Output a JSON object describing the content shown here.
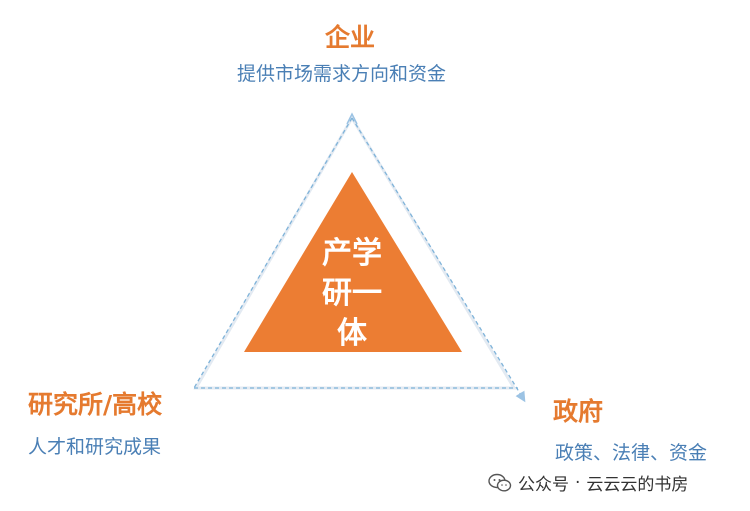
{
  "nodes": {
    "top": {
      "title": "企业",
      "desc": "提供市场需求方向和资金"
    },
    "left": {
      "title": "研究所/高校",
      "desc": "人才和研究成果"
    },
    "right": {
      "title": "政府",
      "desc": "政策、法律、资金"
    }
  },
  "center": {
    "line1": "产学",
    "line2": "研一",
    "line3": "体"
  },
  "watermark": {
    "source": "公众号",
    "separator": "·",
    "name": "云云云的书房",
    "icon": "wechat-icon"
  },
  "colors": {
    "accent": "#e57a2f",
    "description": "#4a7fb5",
    "dashed_outline": "#7fb3d9",
    "inner_triangle": "#ec7d33"
  }
}
